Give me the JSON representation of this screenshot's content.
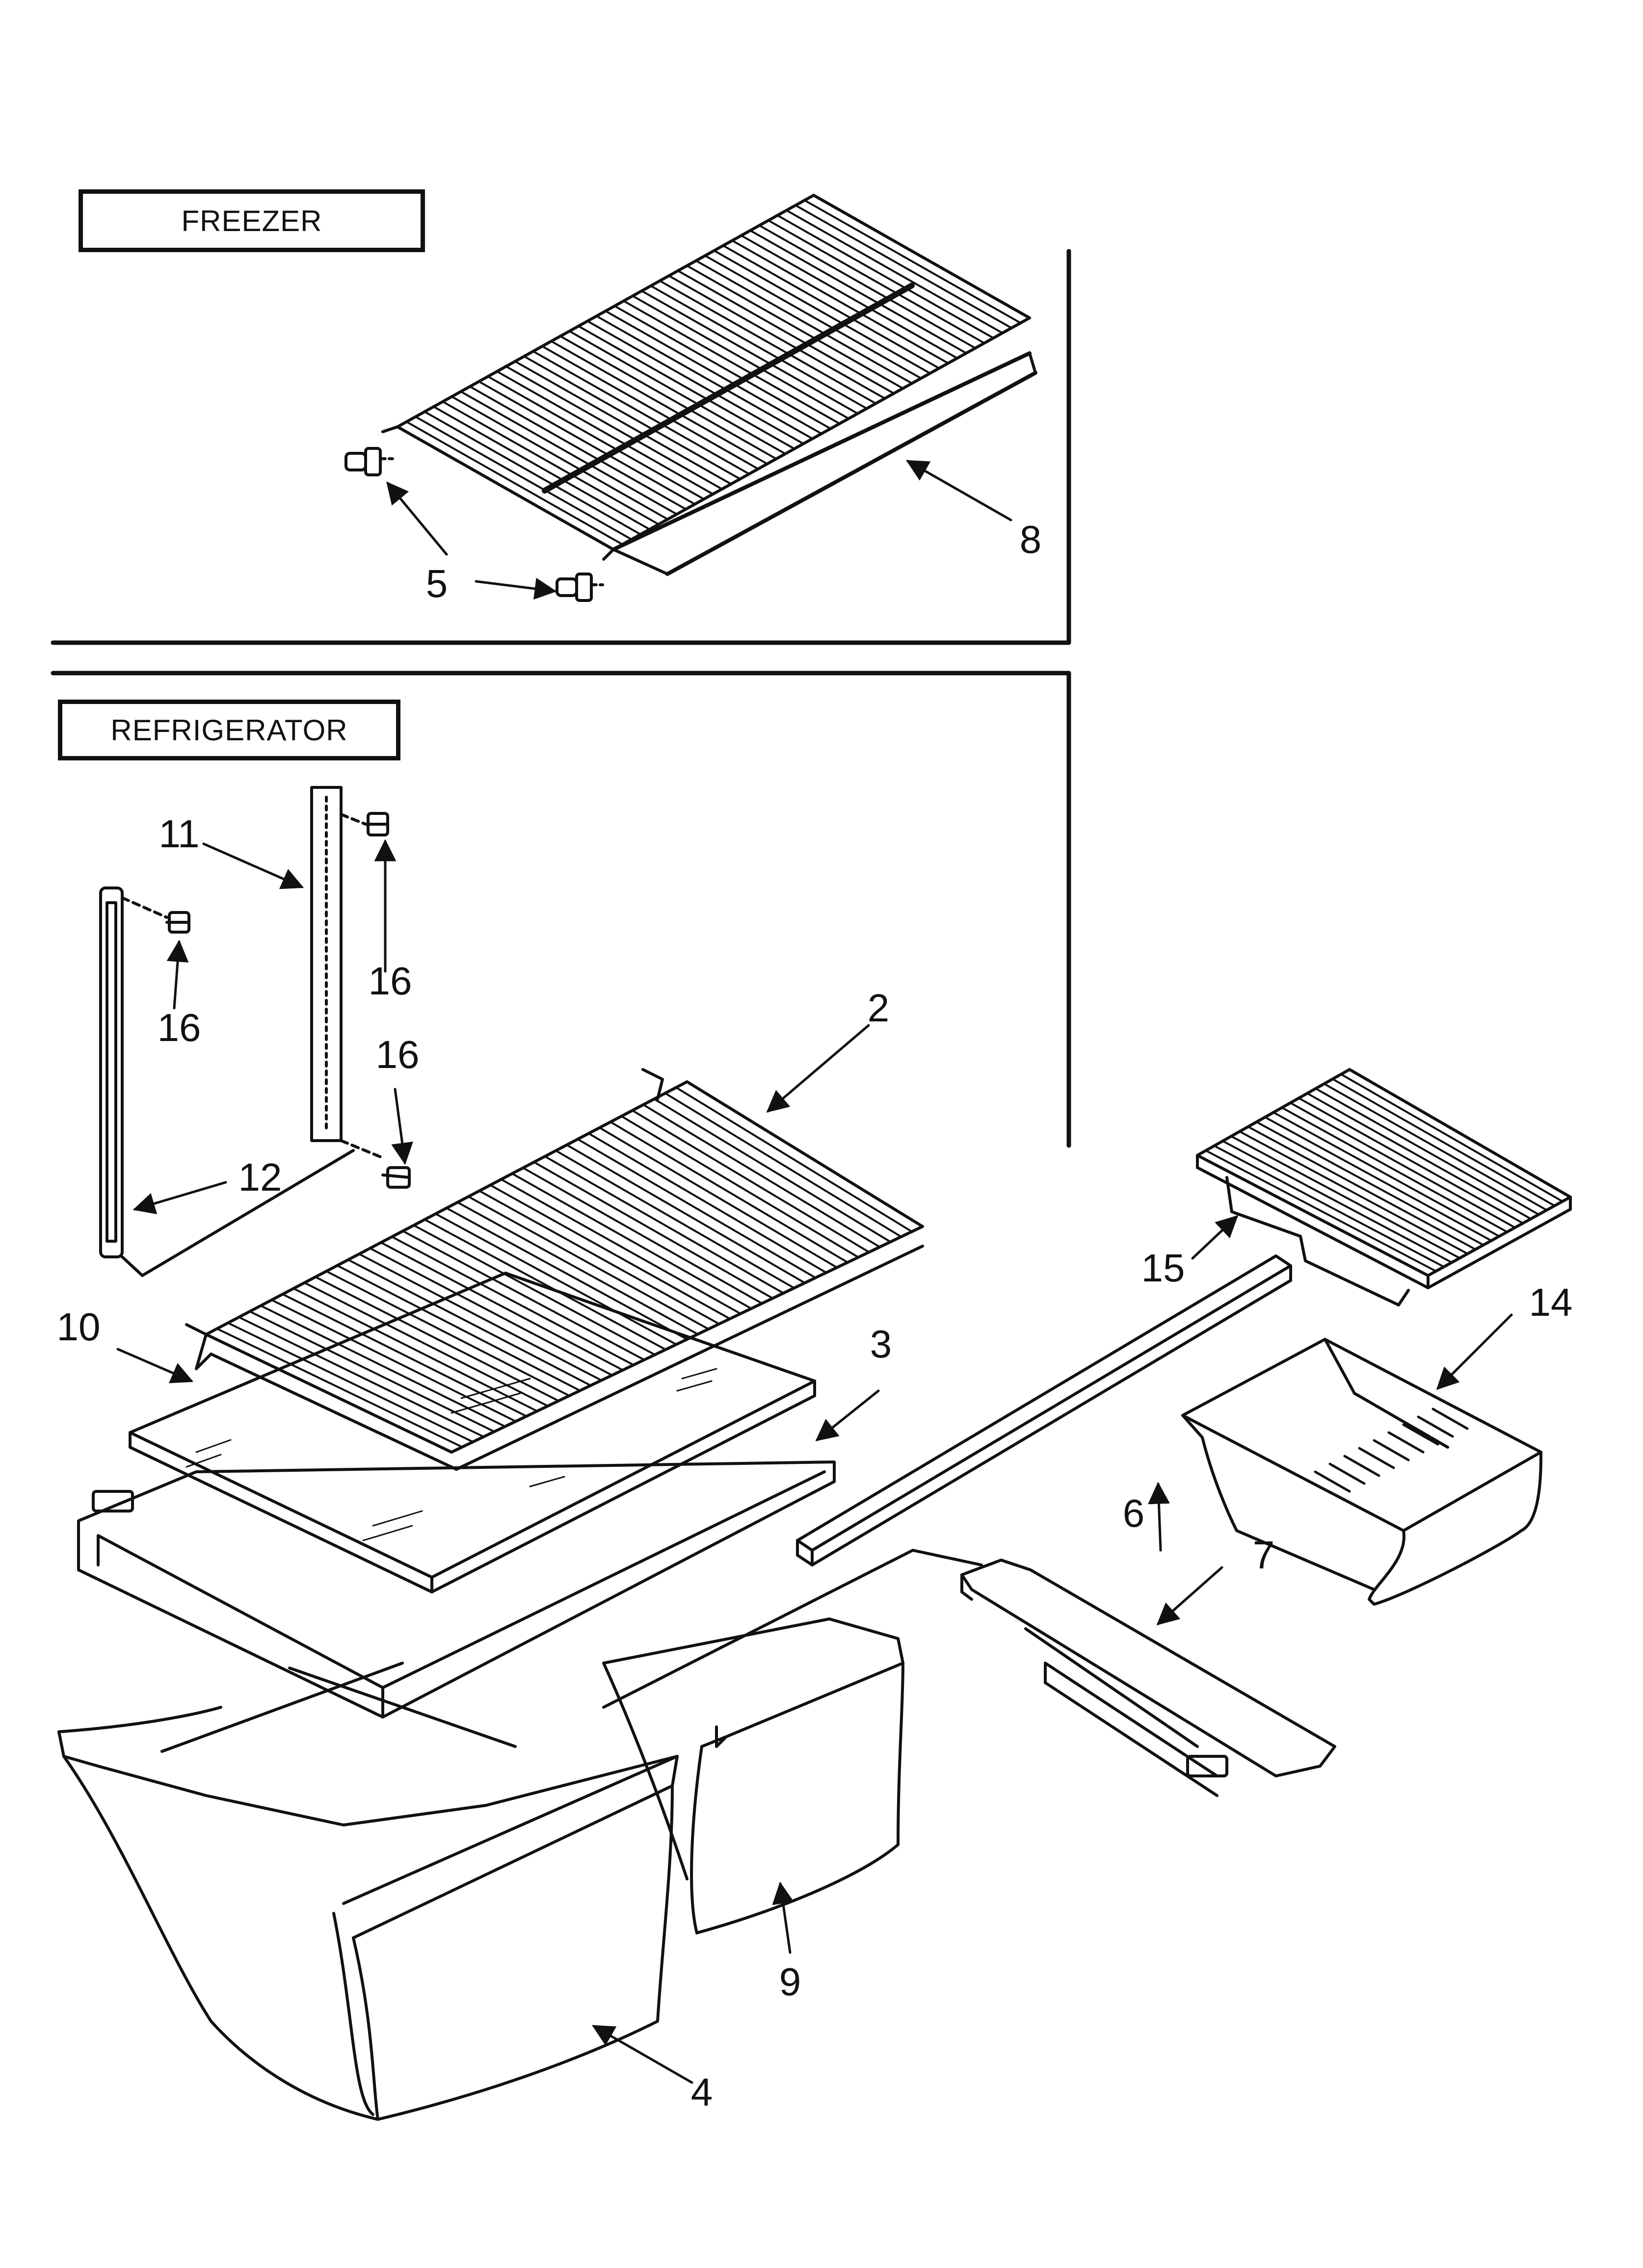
{
  "sections": {
    "freezer_label": "FREEZER",
    "refrigerator_label": "REFRIGERATOR"
  },
  "callouts": {
    "c2": "2",
    "c3": "3",
    "c4": "4",
    "c5": "5",
    "c6": "6",
    "c7": "7",
    "c8": "8",
    "c9": "9",
    "c10": "10",
    "c11": "11",
    "c12": "12",
    "c14": "14",
    "c15": "15",
    "c16a": "16",
    "c16b": "16",
    "c16c": "16"
  }
}
